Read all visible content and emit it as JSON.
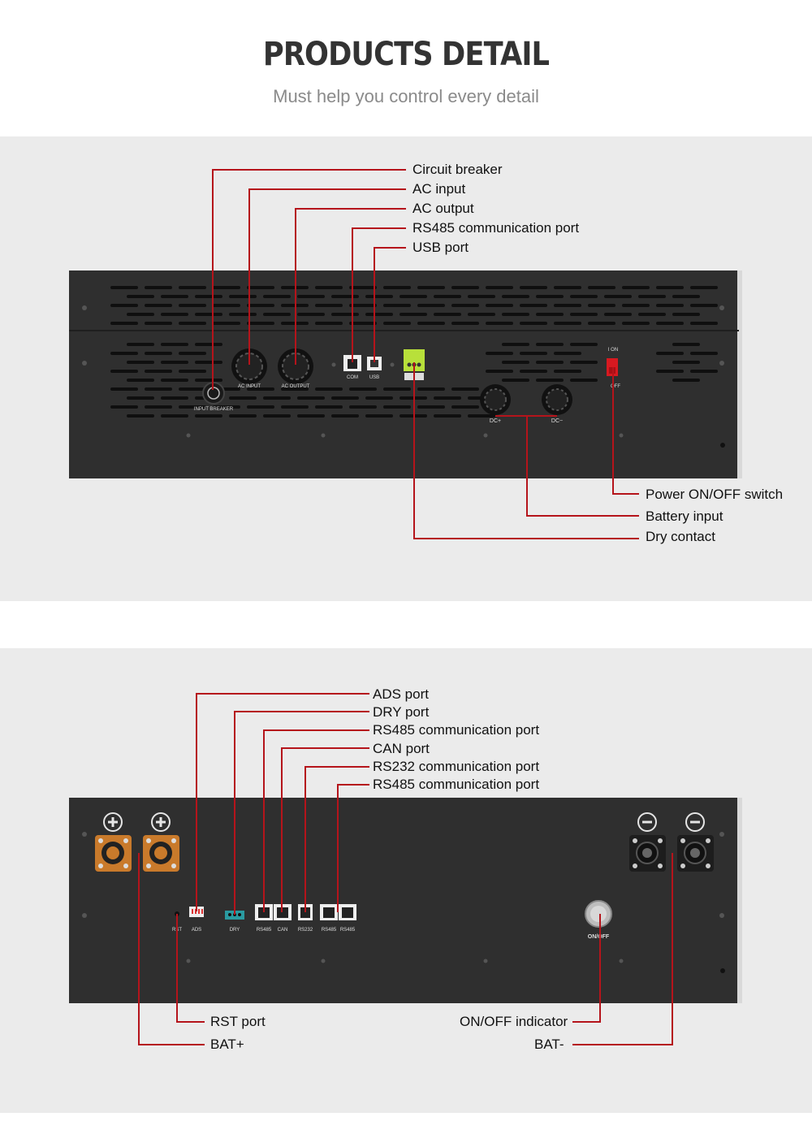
{
  "header": {
    "title": "PRODUCTS DETAIL",
    "subtitle": "Must help you control every detail"
  },
  "inverter": {
    "labels": {
      "circuit_breaker": "Circuit breaker",
      "ac_input": "AC input",
      "ac_output": "AC output",
      "rs485": "RS485 communication port",
      "usb": "USB port",
      "power_switch": "Power ON/OFF switch",
      "battery_input": "Battery input",
      "dry_contact": "Dry contact"
    },
    "panel_text": {
      "ac_input": "AC INPUT",
      "ac_output": "AC OUTPUT",
      "com": "COM",
      "usb": "USB",
      "input_breaker": "INPUT BREAKER",
      "dc_plus": "DC+",
      "dc_minus": "DC−",
      "on": "I  ON",
      "off": "OFF"
    }
  },
  "battery": {
    "labels": {
      "ads": "ADS port",
      "dry": "DRY port",
      "rs485_a": "RS485 communication port",
      "can": "CAN port",
      "rs232": "RS232 communication port",
      "rs485_b": "RS485 communication port",
      "rst": "RST port",
      "bat_plus": "BAT+",
      "onoff_indicator": "ON/OFF indicator",
      "bat_minus": "BAT-"
    },
    "panel_text": {
      "rst": "RST",
      "ads": "ADS",
      "dry": "DRY",
      "rs485": "RS485",
      "can": "CAN",
      "rs232": "RS232",
      "onoff": "ON/OFF"
    }
  },
  "colors": {
    "leader_line": "#b5141b",
    "panel": "#2f2f2f",
    "band": "#ebebeb",
    "terminal_orange": "#c97a2b",
    "dry_contact_green": "#b8e03a",
    "switch_red": "#d71920"
  }
}
